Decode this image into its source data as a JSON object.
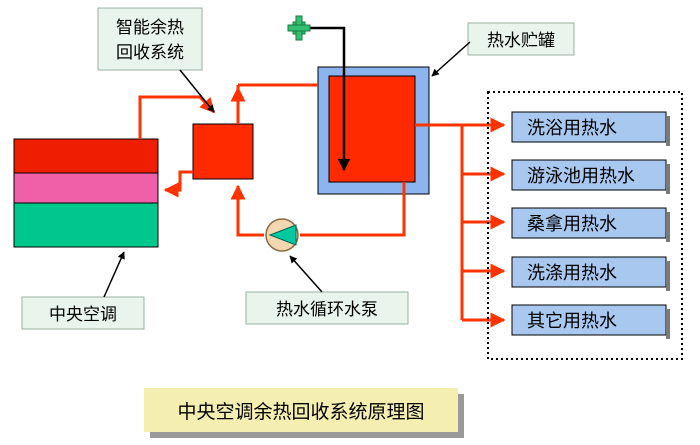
{
  "labels": {
    "heat_recovery_line1": "智能余热",
    "heat_recovery_line2": "回收系统",
    "tank": "热水贮罐",
    "central_ac": "中央空调",
    "pump": "热水循环水泵",
    "title": "中央空调余热回收系统原理图"
  },
  "outputs": [
    "洗浴用热水",
    "游泳池用热水",
    "桑拿用热水",
    "洗涤用热水",
    "其它用热水"
  ],
  "colors": {
    "pipe": "#ff3300",
    "unit_red": "#ff2a00",
    "ac_red": "#f01e00",
    "ac_pink": "#f060a8",
    "ac_green": "#00c88c",
    "tank_shell": "#8cb4ee",
    "box_fill": "#a8c8f0",
    "label_fill": "#e8f4ec"
  }
}
